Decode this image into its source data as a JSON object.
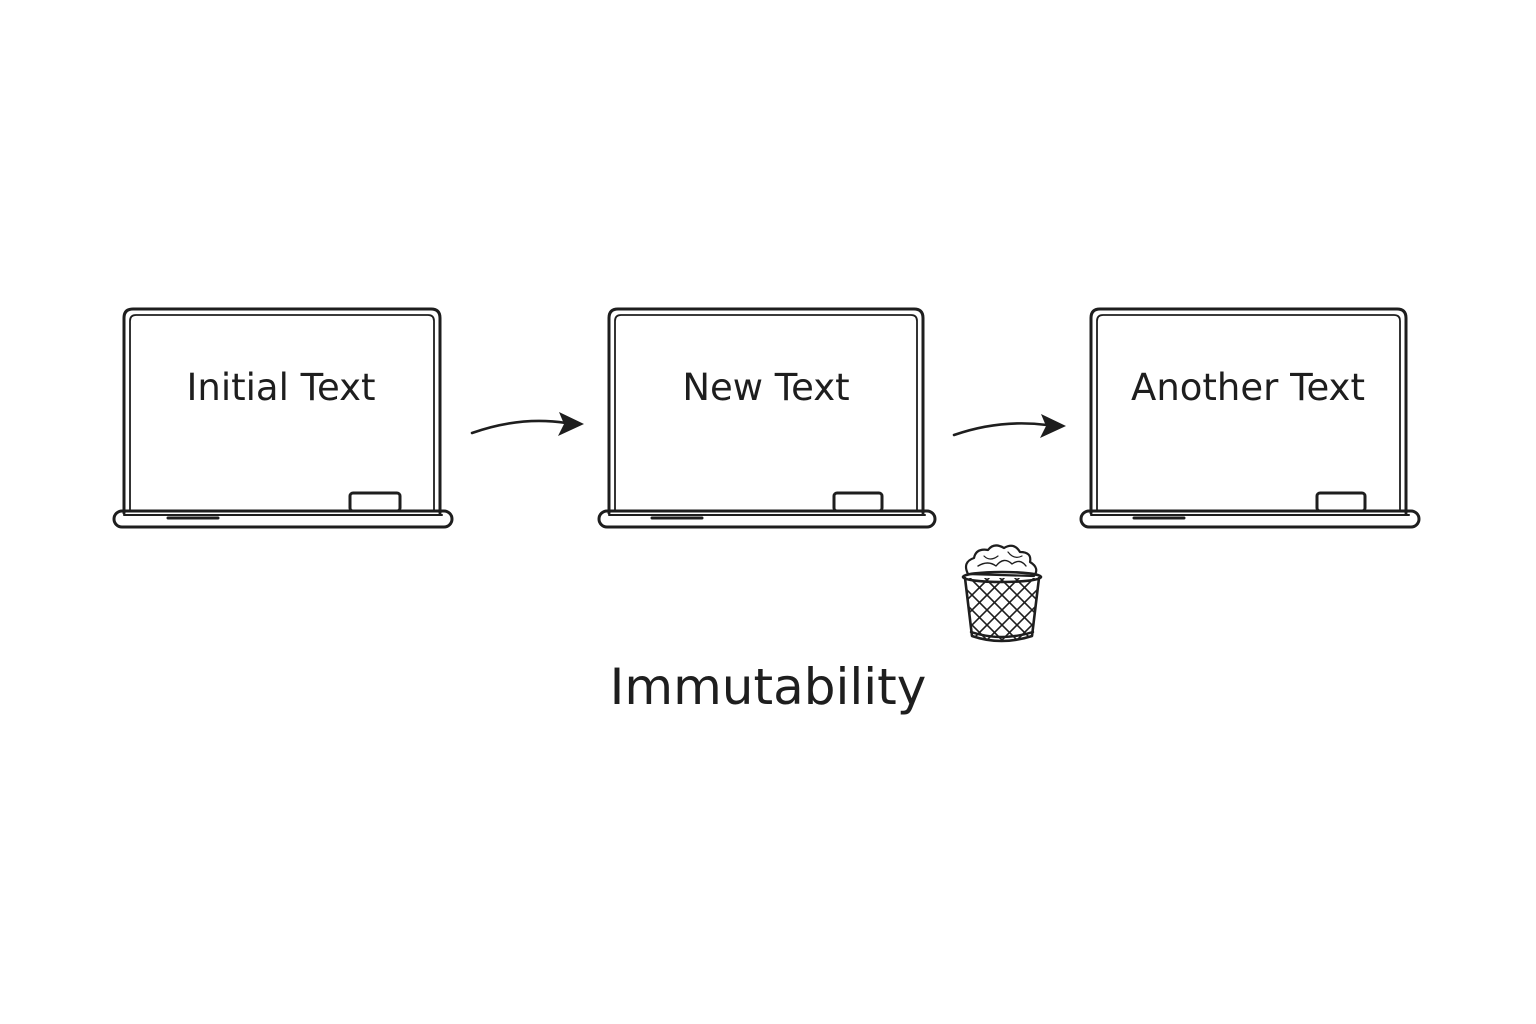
{
  "boards": [
    {
      "label": "Initial Text"
    },
    {
      "label": "New Text"
    },
    {
      "label": "Another Text"
    }
  ],
  "title": "Immutability",
  "icons": {
    "board": "whiteboard-icon",
    "arrow": "arrow-right-icon",
    "discarded": "wastebasket-icon"
  },
  "colors": {
    "ink": "#1e1e1e",
    "background": "#ffffff"
  }
}
